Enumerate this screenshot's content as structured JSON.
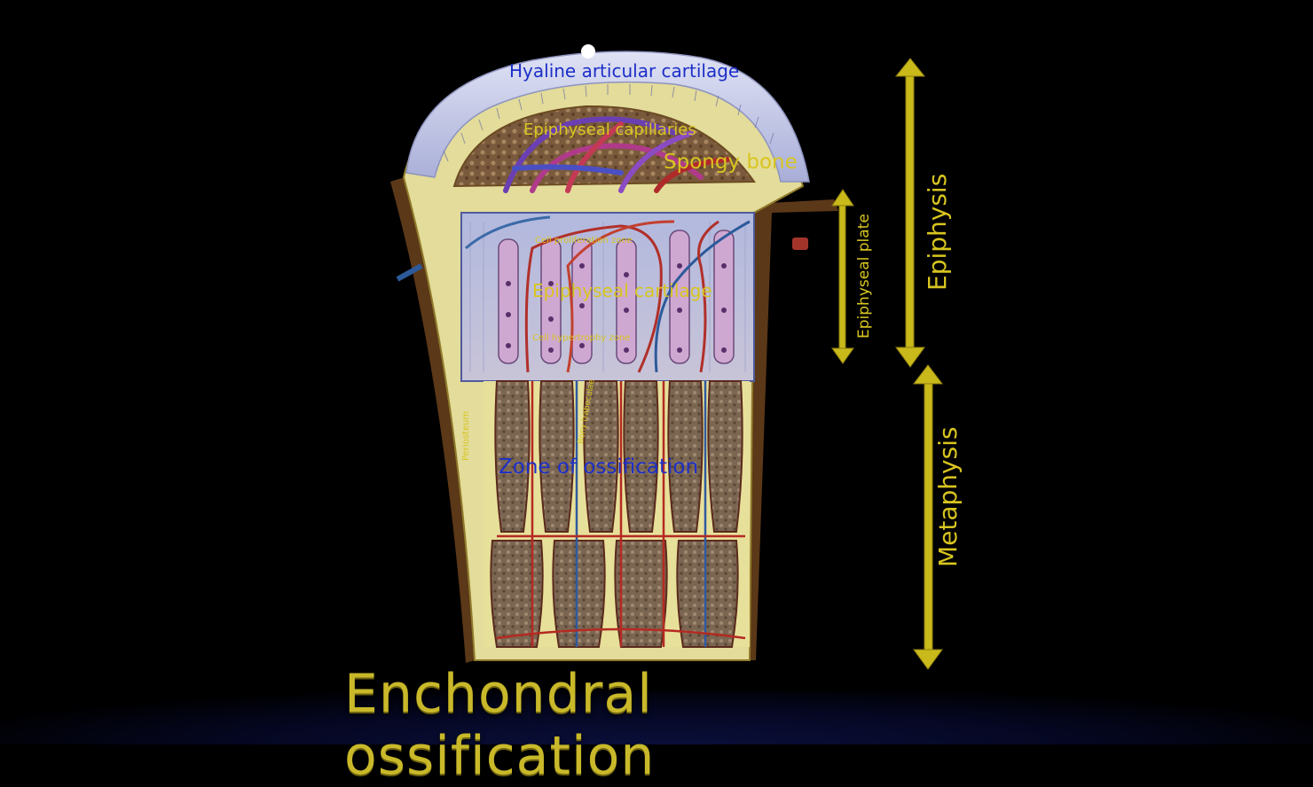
{
  "diagram": {
    "title": "Enchondral ossification",
    "labels": {
      "hyaline": "Hyaline articular cartilage",
      "capillaries": "Epiphyseal capillaries",
      "spongy": "Spongy bone",
      "proliferation": "Cell proliferation zone",
      "epiphyseal_cartilage": "Epiphyseal cartilage",
      "hypertrophy": "Cell hypertrophy zone",
      "ossification": "Zone of ossification",
      "periosteum": "Periosteum",
      "bony_trabeculae": "Bony trabeculae"
    },
    "regions": {
      "epiphyseal_plate": "Epiphyseal plate",
      "epiphysis": "Epiphysis",
      "metaphysis": "Metaphysis"
    }
  },
  "colors": {
    "label_yellow": "#d8c520",
    "label_blue": "#1c2fc8",
    "background": "#000000"
  }
}
